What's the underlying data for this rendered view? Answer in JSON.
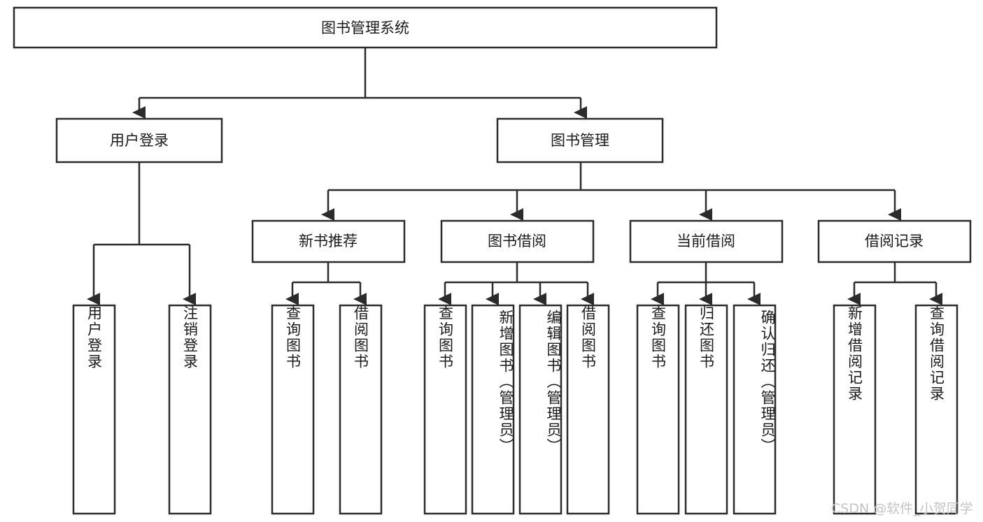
{
  "diagram": {
    "type": "tree",
    "title": "图书管理系统",
    "orientation": "top-down",
    "root": {
      "id": "root",
      "label": "图书管理系统"
    },
    "level2": [
      {
        "id": "user-login",
        "label": "用户登录"
      },
      {
        "id": "book-manage",
        "label": "图书管理"
      }
    ],
    "level3": [
      {
        "id": "new-book-rec",
        "label": "新书推荐",
        "parent": "book-manage"
      },
      {
        "id": "book-borrow",
        "label": "图书借阅",
        "parent": "book-manage"
      },
      {
        "id": "current-borrow",
        "label": "当前借阅",
        "parent": "book-manage"
      },
      {
        "id": "borrow-record",
        "label": "借阅记录",
        "parent": "book-manage"
      }
    ],
    "leaves": [
      {
        "id": "leaf-user-login",
        "label": "用户登录",
        "parent": "user-login"
      },
      {
        "id": "leaf-logout-login",
        "label": "注销登录",
        "parent": "user-login"
      },
      {
        "id": "leaf-query-book-1",
        "label": "查询图书",
        "parent": "new-book-rec"
      },
      {
        "id": "leaf-borrow-book-1",
        "label": "借阅图书",
        "parent": "new-book-rec"
      },
      {
        "id": "leaf-query-book-2",
        "label": "查询图书",
        "parent": "book-borrow"
      },
      {
        "id": "leaf-add-book",
        "label": "新增图书（管理员）",
        "parent": "book-borrow"
      },
      {
        "id": "leaf-edit-book",
        "label": "编辑图书（管理员）",
        "parent": "book-borrow"
      },
      {
        "id": "leaf-borrow-book-2",
        "label": "借阅图书",
        "parent": "book-borrow"
      },
      {
        "id": "leaf-query-book-3",
        "label": "查询图书",
        "parent": "current-borrow"
      },
      {
        "id": "leaf-return-book",
        "label": "归还图书",
        "parent": "current-borrow"
      },
      {
        "id": "leaf-confirm-return",
        "label": "确认归还（管理员）",
        "parent": "current-borrow"
      },
      {
        "id": "leaf-add-record",
        "label": "新增借阅记录",
        "parent": "borrow-record"
      },
      {
        "id": "leaf-query-record",
        "label": "查询借阅记录",
        "parent": "borrow-record"
      }
    ],
    "colors": {
      "stroke": "#2b2b2b",
      "fill": "#ffffff",
      "text": "#1a1a1a",
      "watermark": "#c4c4c4"
    }
  },
  "watermark": {
    "text": "CSDN @软件_小贺同学"
  }
}
